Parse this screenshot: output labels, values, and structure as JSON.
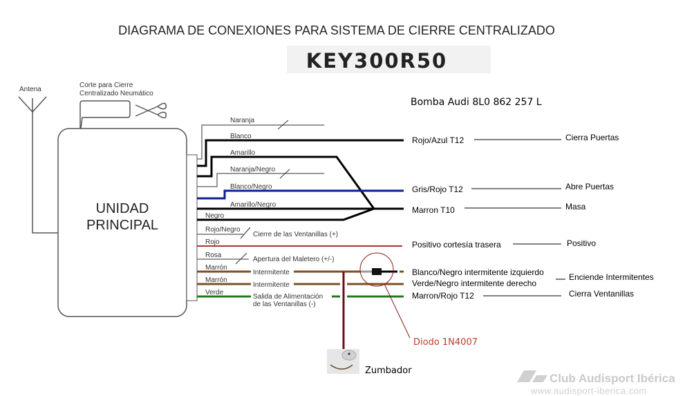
{
  "title": "DIAGRAMA DE CONEXIONES PARA SISTEMA DE CIERRE CENTRALIZADO",
  "model": "KEY300R50",
  "antenna_label": "Antena",
  "pneumatic_cut": [
    "Corte para Cierre",
    "Centralizado Neumático"
  ],
  "unit_label": [
    "UNIDAD",
    "PRINCIPAL"
  ],
  "pump_title": "Bomba Audi 8L0 862 257 L",
  "wires": {
    "naranja": "Naranja",
    "blanco": "Blanco",
    "amarillo": "Amarillo",
    "naranja_negro": "Naranja/Negro",
    "blanco_negro": "Blanco/Negro",
    "amarillo_negro": "Amarillo/Negro",
    "negro": "Negro",
    "rojo_negro": "Rojo/Negro",
    "rojo": "Rojo",
    "rosa": "Rosa",
    "marron1": "Marrón",
    "marron2": "Marrón",
    "verde": "Verde"
  },
  "functions": {
    "cierre_ventanillas": "Cierre de las Ventanillas (+)",
    "apertura_maletero": "Apertura del Maletero (+/-)",
    "intermitente1": "Intermitente",
    "intermitente2": "Intermitente",
    "salida_alimentacion": [
      "Salida de Alimentación",
      "de las Ventanillas (-)"
    ]
  },
  "pump_wires": {
    "rojo_azul": "Rojo/Azul T12",
    "gris_rojo": "Gris/Rojo T12",
    "marron_t10": "Marron T10",
    "positivo_cortesia": "Positivo cortesía trasera",
    "blanco_negro_izq": "Blanco/Negro intermitente izquierdo",
    "verde_negro_der": "Verde/Negro intermitente derecho",
    "marron_rojo": "Marron/Rojo T12"
  },
  "actions": {
    "cierra_puertas": "Cierra Puertas",
    "abre_puertas": "Abre Puertas",
    "masa": "Masa",
    "positivo": "Positivo",
    "enciende_intermitentes": "Enciende Intermitentes",
    "cierra_ventanillas": "Cierra Ventanillas"
  },
  "diode_label": "Diodo 1N4007",
  "buzzer_label": "Zumbador",
  "watermark": {
    "name": "Club Audisport Ibérica",
    "url": "www.audisport-iberica.com"
  },
  "colors": {
    "gray_wire": "#777777",
    "black_wire": "#000000",
    "blue_wire": "#0a1f8f",
    "red_wire": "#b03030",
    "brown_wire": "#7a5020",
    "green_wire": "#1f7a1f",
    "buzzer_wire": "#6e0f14",
    "diode_label": "#c0392b"
  }
}
